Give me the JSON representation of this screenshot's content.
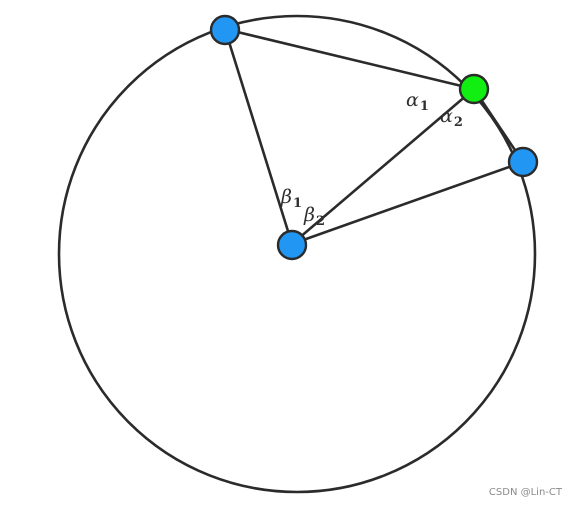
{
  "colors": {
    "stroke": "#2b2b2b",
    "point_blue": "#2196f3",
    "point_green": "#11ee11",
    "label": "#2f2f2f",
    "watermark": "#8a8a8a"
  },
  "labels": {
    "alpha1": {
      "symbol": "α",
      "index": "1"
    },
    "alpha2": {
      "symbol": "α",
      "index": "2"
    },
    "beta1": {
      "symbol": "β",
      "index": "1"
    },
    "beta2": {
      "symbol": "β",
      "index": "2"
    }
  },
  "watermark": "CSDN @Lin-CT"
}
